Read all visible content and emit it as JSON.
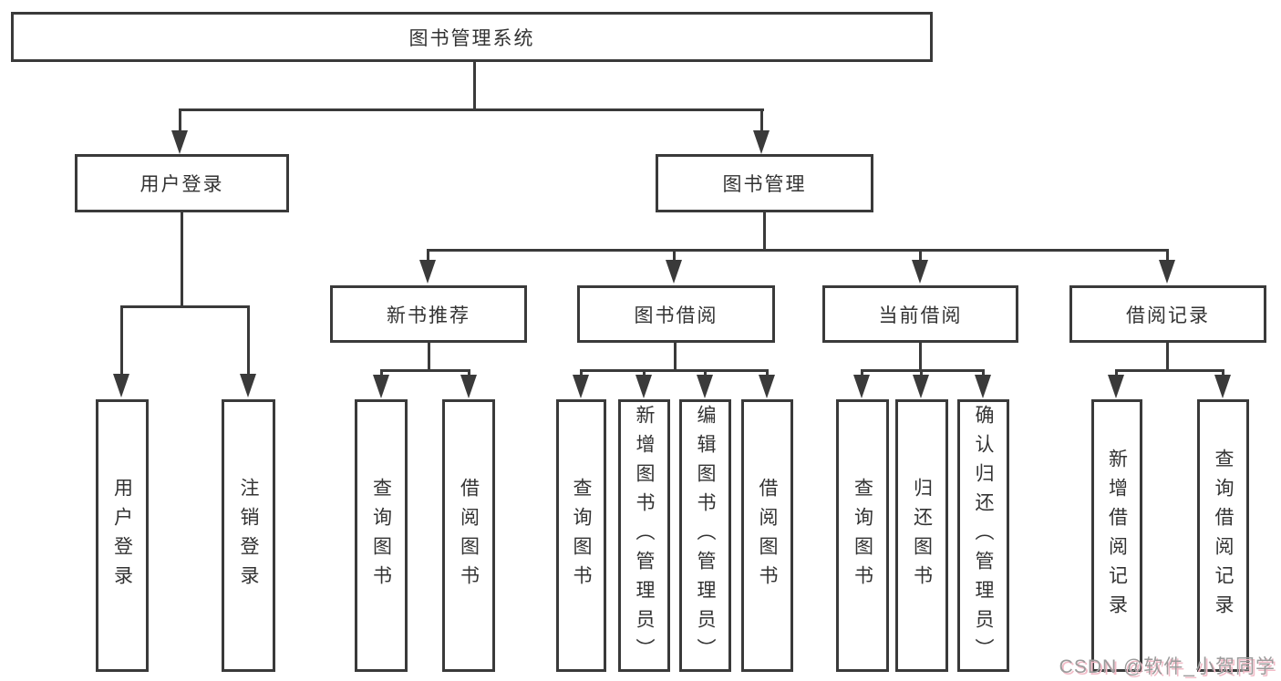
{
  "nodes": {
    "root": "图书管理系统",
    "user_login": "用户登录",
    "book_management": "图书管理",
    "new_book_recommend": "新书推荐",
    "book_borrow": "图书借阅",
    "current_borrow": "当前借阅",
    "borrow_record": "借阅记录",
    "leaf_user_login": "用户登录",
    "leaf_logout": "注销登录",
    "leaf_nr_query": "查询图书",
    "leaf_nr_borrow": "借阅图书",
    "leaf_bb_query": "查询图书",
    "leaf_bb_add": "新增图书（管理员）",
    "leaf_bb_edit": "编辑图书（管理员）",
    "leaf_bb_borrow": "借阅图书",
    "leaf_cb_query": "查询图书",
    "leaf_cb_return": "归还图书",
    "leaf_cb_confirm": "确认归还（管理员）",
    "leaf_br_add": "新增借阅记录",
    "leaf_br_query": "查询借阅记录"
  },
  "watermark": "CSDN @软件_小贺同学",
  "colors": {
    "line": "#3a3a3a",
    "box_border": "#3a3a3a",
    "text": "#333333",
    "background": "#ffffff",
    "watermark_text": "#9b9b9b",
    "watermark_shadow": "#f2bcc8"
  }
}
